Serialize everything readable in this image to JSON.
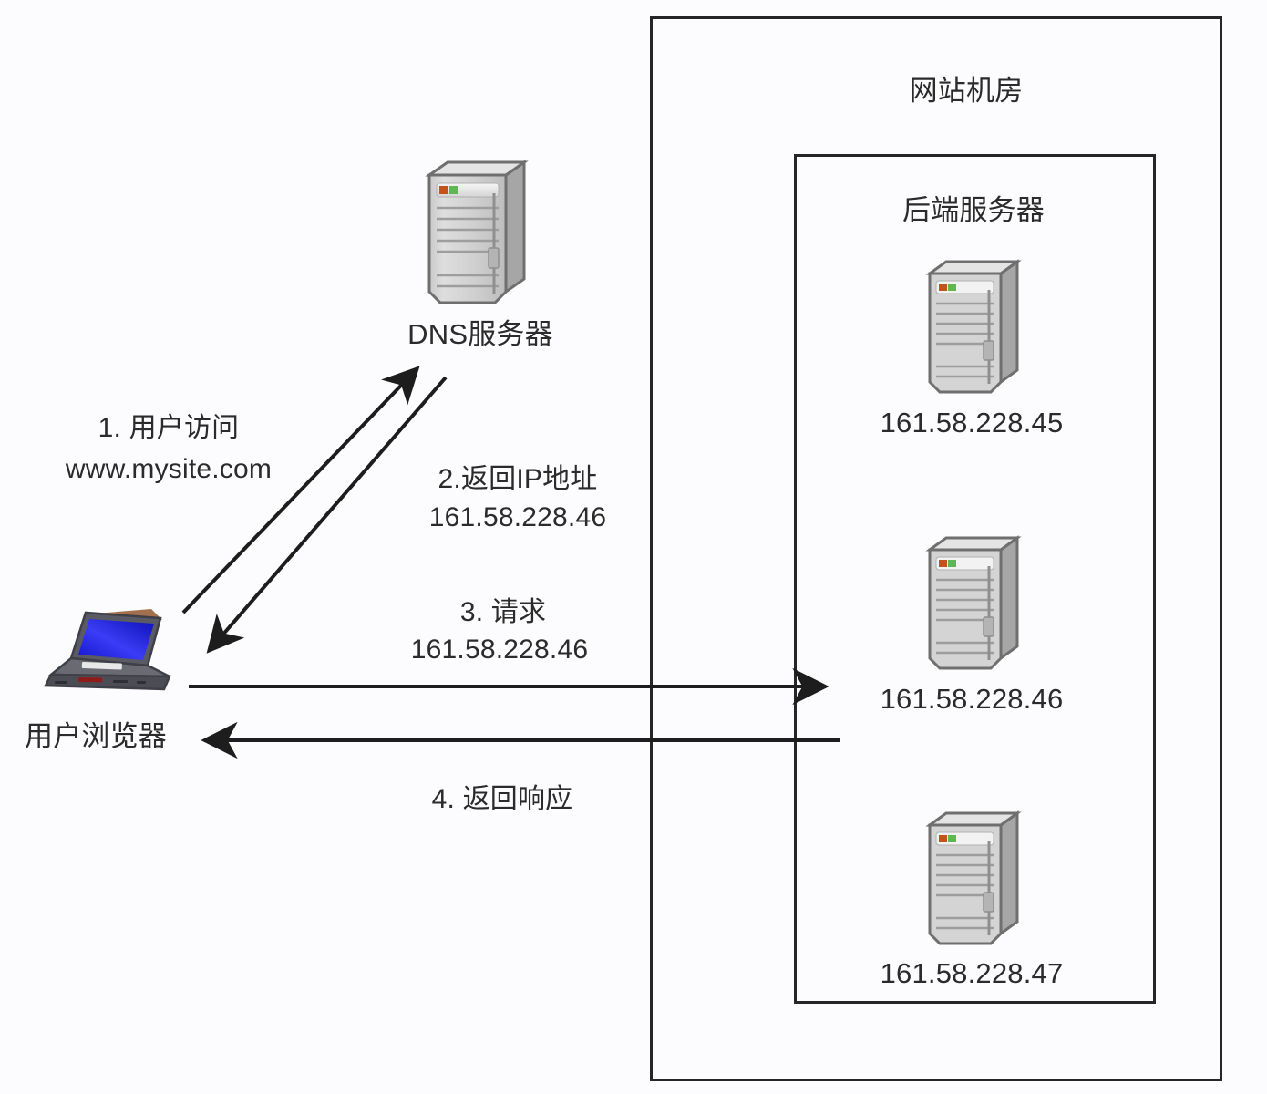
{
  "diagram": {
    "title_datacenter": "网站机房",
    "title_backend": "后端服务器",
    "background_color": "#fcfbfd",
    "line_color": "#262626",
    "text_color": "#2b2b2b"
  },
  "nodes": {
    "dns": {
      "label": "DNS服务器",
      "icon": "server-tower-icon"
    },
    "browser": {
      "label": "用户浏览器",
      "icon": "laptop-icon"
    },
    "backend_servers": [
      {
        "ip": "161.58.228.45",
        "icon": "server-tower-icon"
      },
      {
        "ip": "161.58.228.46",
        "icon": "server-tower-icon"
      },
      {
        "ip": "161.58.228.47",
        "icon": "server-tower-icon"
      }
    ]
  },
  "steps": [
    {
      "id": "step1",
      "line1": "1. 用户访问",
      "line2": "www.mysite.com",
      "direction": "browser-to-dns"
    },
    {
      "id": "step2",
      "line1": "2.返回IP地址",
      "line2": "161.58.228.46",
      "direction": "dns-to-browser"
    },
    {
      "id": "step3",
      "line1": "3. 请求",
      "line2": "161.58.228.46",
      "direction": "browser-to-backend"
    },
    {
      "id": "step4",
      "line1": "4. 返回响应",
      "direction": "backend-to-browser"
    }
  ],
  "colors": {
    "server_body": "#d2d2d2",
    "server_side": "#9b9b9b",
    "server_top": "#e6e6e6",
    "led_red": "#c4521c",
    "led_green": "#5fb754",
    "laptop_screen": "#1b1ce8",
    "laptop_body": "#565660",
    "laptop_accent": "#8e1c1c"
  }
}
